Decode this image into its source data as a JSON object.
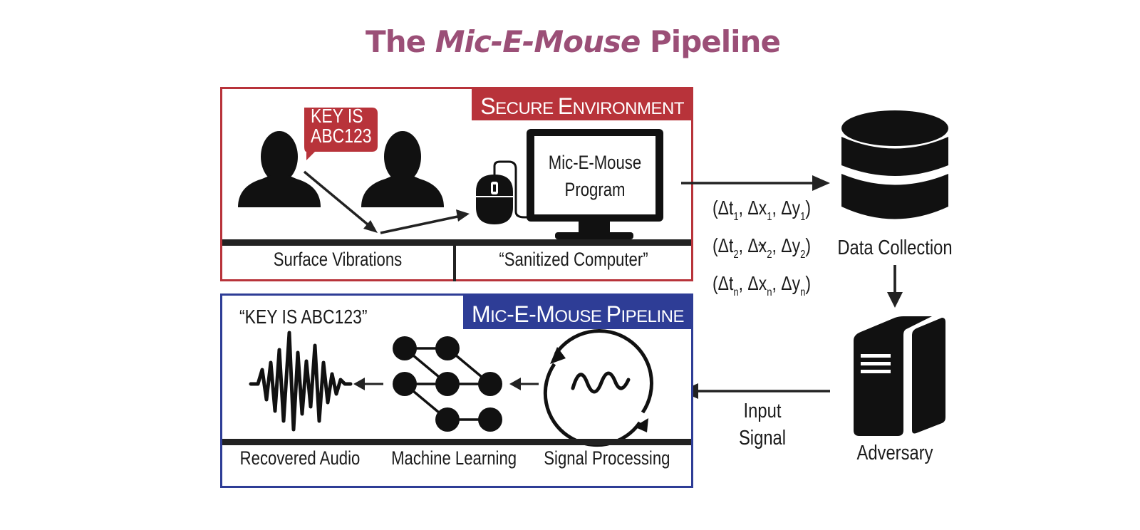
{
  "title": {
    "prefix": "The ",
    "italic": "Mic-E-Mouse",
    "suffix": " Pipeline"
  },
  "colors": {
    "title": "#9b4f77",
    "secure": "#b8333a",
    "pipeline": "#2e3d96",
    "ink": "#1a1a1a"
  },
  "secure_panel": {
    "tag_first": "S",
    "tag_first_rest": "ECURE ",
    "tag_second": "E",
    "tag_second_rest": "NVIRONMENT",
    "speech_line1": "KEY IS",
    "speech_line2": "ABC123",
    "screen_line1": "Mic-E-Mouse",
    "screen_line2": "Program",
    "label_left": "Surface Vibrations",
    "label_right": "“Sanitized Computer”",
    "icons": [
      "person-icon",
      "person-icon",
      "speech-bubble-icon",
      "mouse-icon",
      "monitor-icon"
    ]
  },
  "data_tuples": {
    "row1": {
      "t": "1",
      "x": "1",
      "y": "1"
    },
    "row2": {
      "t": "2",
      "x": "2",
      "y": "2"
    },
    "ellipsis": "...",
    "rown": {
      "t": "n",
      "x": "n",
      "y": "n"
    }
  },
  "data_collection": {
    "label": "Data Collection",
    "icon": "database-icon"
  },
  "adversary": {
    "label": "Adversary",
    "icon": "server-icon"
  },
  "input_signal": {
    "line1": "Input",
    "line2": "Signal"
  },
  "pipeline_panel": {
    "tag_parts": [
      "M",
      "IC",
      "-E-M",
      "OUSE ",
      "P",
      "IPELINE"
    ],
    "recovered_quote": "“KEY IS ABC123”",
    "label_audio": "Recovered Audio",
    "label_ml": "Machine Learning",
    "label_sp": "Signal Processing",
    "icons": [
      "waveform-icon",
      "neural-network-icon",
      "signal-processing-icon"
    ]
  }
}
